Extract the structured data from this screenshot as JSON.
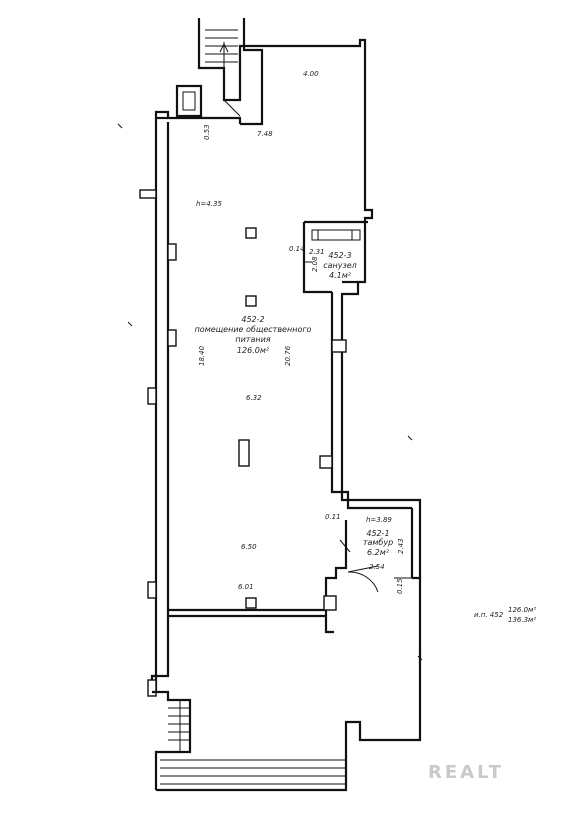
{
  "plan": {
    "room_main": {
      "number": "452-2",
      "name_line1": "помещение общественного",
      "name_line2": "питания",
      "area": "126.0м²"
    },
    "room_wc": {
      "number": "452-3",
      "name": "санузел",
      "area": "4.1м²"
    },
    "room_vestibule": {
      "number": "452-1",
      "name": "тамбур",
      "area": "6.2м²"
    },
    "heights": {
      "main": "h=4.35",
      "vestibule": "h=3.89"
    },
    "dimensions": {
      "d_4_00": "4.00",
      "d_7_48": "7.48",
      "d_0_53": "0.53",
      "d_0_14": "0.14",
      "d_2_31": "2.31",
      "d_2_08": "2.08",
      "d_18_40": "18.40",
      "d_20_76": "20.76",
      "d_6_32": "6.32",
      "d_0_11": "0.11",
      "d_2_43": "2.43",
      "d_6_50": "6.50",
      "d_2_54": "2.54",
      "d_0_15": "0.15",
      "d_6_01": "6.01"
    },
    "summary": {
      "label": "и.п. 452",
      "area1": "126.0м²",
      "area2": "136.3м²"
    }
  },
  "watermark": "REALT"
}
